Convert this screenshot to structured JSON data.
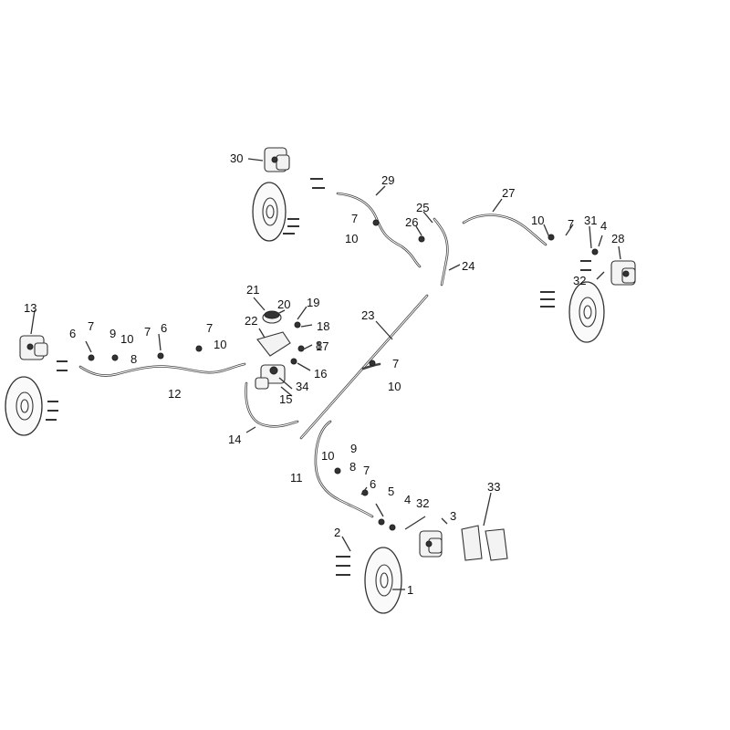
{
  "figure": {
    "labels": {
      "n1": "1",
      "n2": "2",
      "n3": "3",
      "n4a": "4",
      "n4b": "4",
      "n5": "5",
      "n6a": "6",
      "n6b": "6",
      "n6c": "6",
      "n7a": "7",
      "n7b": "7",
      "n7c": "7",
      "n7d": "7",
      "n7e": "7",
      "n7f": "7",
      "n7g": "7",
      "n8a": "8",
      "n8b": "8",
      "n8c": "8",
      "n9a": "9",
      "n9b": "9",
      "n10a": "10",
      "n10b": "10",
      "n10c": "10",
      "n10d": "10",
      "n10e": "10",
      "n10f": "10",
      "n11": "11",
      "n12": "12",
      "n13": "13",
      "n14": "14",
      "n15": "15",
      "n16": "16",
      "n17": "17",
      "n18": "18",
      "n19": "19",
      "n20": "20",
      "n21": "21",
      "n22": "22",
      "n23": "23",
      "n24": "24",
      "n25": "25",
      "n26": "26",
      "n27": "27",
      "n28": "28",
      "n29": "29",
      "n30": "30",
      "n31": "31",
      "n32a": "32",
      "n32b": "32",
      "n33": "33",
      "n34": "34"
    }
  }
}
